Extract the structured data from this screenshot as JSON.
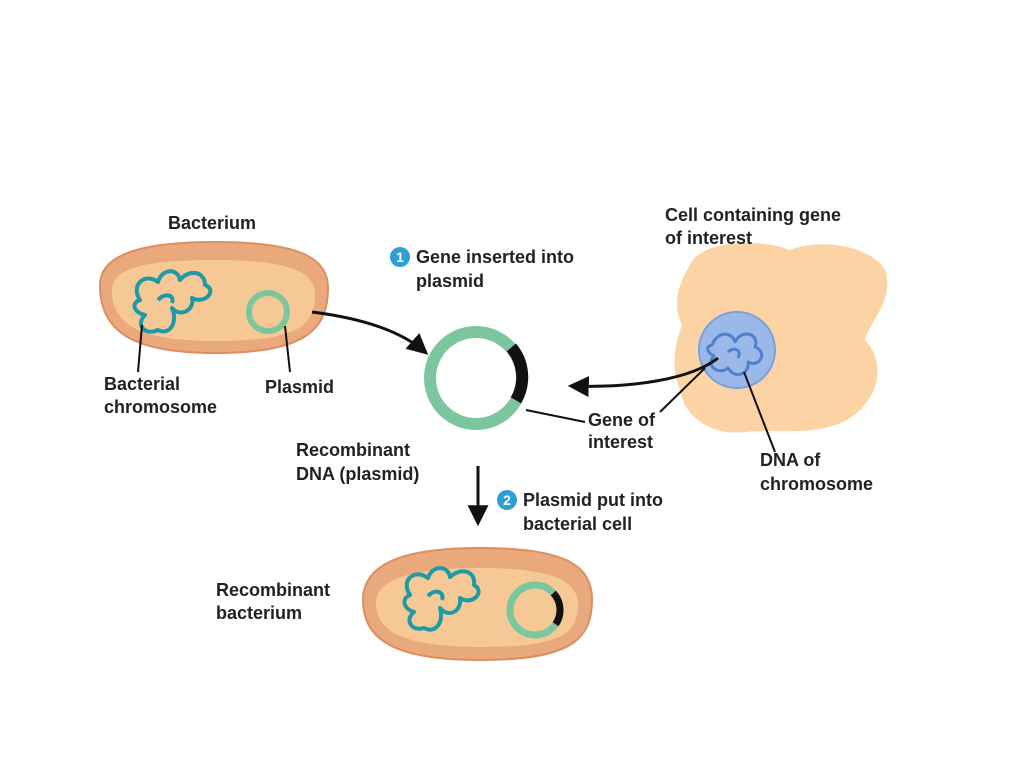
{
  "colors": {
    "cell_outer": "#e9a97c",
    "cell_inner": "#f6c896",
    "cell_edge": "#dc8e63",
    "plasmid_green": "#7cc69e",
    "plasmid_edge": "#3e8d63",
    "chromosome_teal": "#1c9aa6",
    "gene_black": "#111111",
    "animal_cell": "#fbd3a4",
    "nucleus": "#9ab9e9",
    "nucleus_dna": "#4f7fcf",
    "badge_blue": "#2f9fd3",
    "text": "#222222"
  },
  "labels": {
    "bacterium": "Bacterium",
    "bacterial_chromosome": [
      "Bacterial",
      "chromosome"
    ],
    "plasmid": "Plasmid",
    "cell_gene": [
      "Cell containing gene",
      "of interest"
    ],
    "gene_of_interest": [
      "Gene of",
      "interest"
    ],
    "dna_chromosome": [
      "DNA of",
      "chromosome"
    ],
    "recombinant_dna": [
      "Recombinant",
      "DNA (plasmid)"
    ],
    "recombinant_bacterium": [
      "Recombinant",
      "bacterium"
    ]
  },
  "steps": [
    {
      "number": "1",
      "text": [
        "Gene inserted into",
        "plasmid"
      ]
    },
    {
      "number": "2",
      "text": [
        "Plasmid put into",
        "bacterial cell"
      ]
    }
  ]
}
